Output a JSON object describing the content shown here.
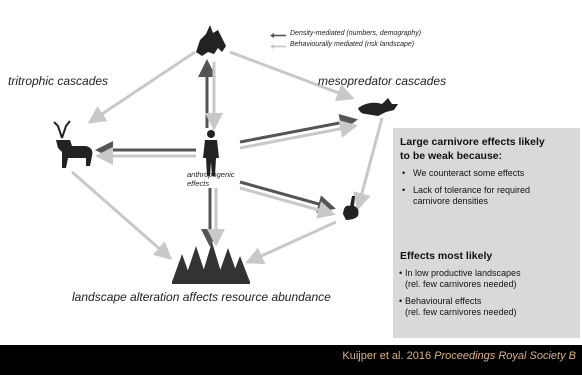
{
  "legend": {
    "density": "Density-mediated (numbers, demography)",
    "behaviour": "Behaviourally mediated (risk landscape)"
  },
  "labels": {
    "tritrophic": "tritrophic cascades",
    "mesopredator": "mesopredator cascades",
    "landscape": "landscape alteration affects resource abundance",
    "anthropogenic": "anthropogenic effects"
  },
  "box": {
    "heading1_line1": "Large carnivore effects likely",
    "heading1_line2": "to be weak because:",
    "bullet1": "We counteract some effects",
    "bullet2_line1": "Lack of tolerance for required",
    "bullet2_line2": "carnivore densities",
    "heading2": "Effects most likely",
    "bullet3_line1": "In low productive landscapes",
    "bullet3_line2": "(rel. few carnivores needed)",
    "bullet4_line1": "Behavioural effects",
    "bullet4_line2": "(rel. few carnivores needed)"
  },
  "citation": {
    "authors": "Kuijper et al. 2016",
    "journal": "Proceedings Royal Society B"
  },
  "colors": {
    "density_arrow": "#555555",
    "behaviour_arrow": "#c8c8c8",
    "box_bg": "#d9d9d9",
    "footer_bg": "#000000",
    "citation_text": "#d9b38c"
  },
  "icons": [
    "wolf-icon",
    "fox-icon",
    "deer-icon",
    "hare-icon",
    "human-icon",
    "forest-icon"
  ]
}
